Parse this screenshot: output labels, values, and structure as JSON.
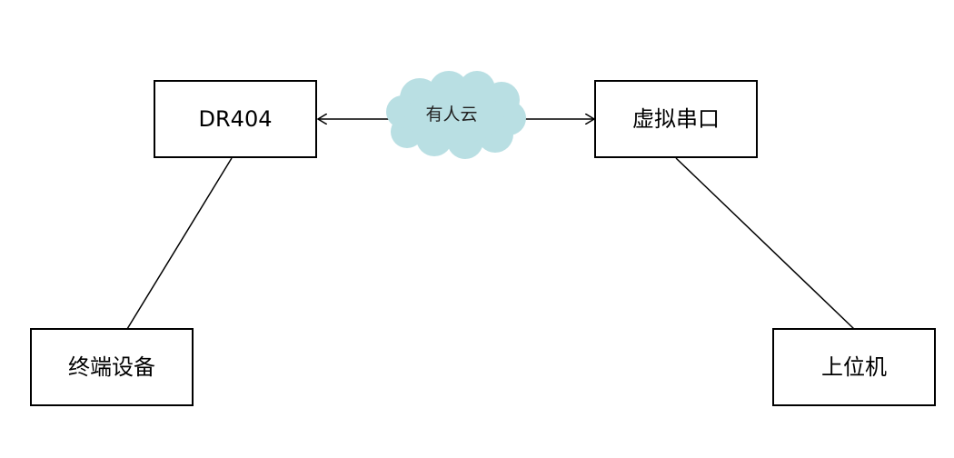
{
  "nodes": {
    "dr404": "DR404",
    "virtual_serial": "虚拟串口",
    "terminal": "终端设备",
    "host": "上位机"
  },
  "cloud": {
    "label": "有人云",
    "color": "#b9dfe3"
  },
  "line_color": "#000000"
}
